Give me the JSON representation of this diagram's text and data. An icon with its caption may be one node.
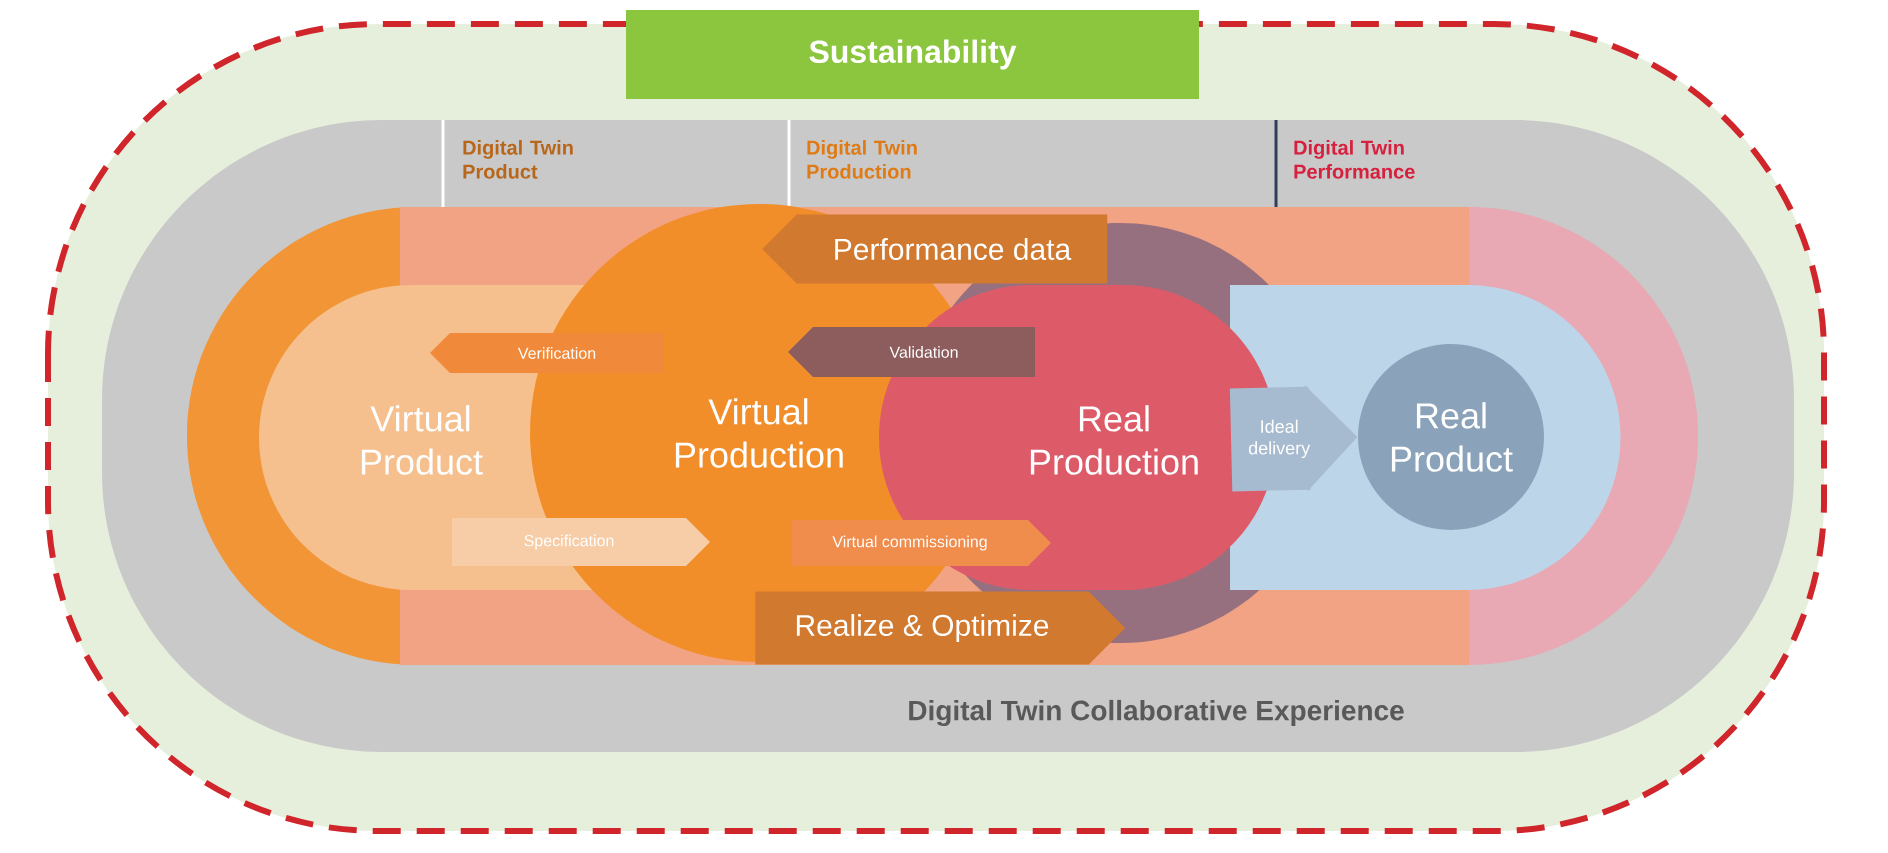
{
  "diagram": {
    "nodes": [
      {
        "text": [
          "Sustainability"
        ]
      },
      {
        "text": [
          "Digital Twin Collaborative Experience"
        ]
      },
      {
        "text": [
          "Virtual Product"
        ],
        "in": 1
      },
      {
        "text": [
          "Virtual Production"
        ],
        "in": 1
      },
      {
        "text": [
          "Real Production"
        ],
        "in": 1
      },
      {
        "text": [
          "Real Product"
        ],
        "in": 1
      },
      {
        "text": [
          "Performance data"
        ],
        "in": 1
      },
      {
        "text": [
          "Verification"
        ],
        "in": 1
      },
      {
        "text": [
          "Validation"
        ],
        "in": 1
      },
      {
        "text": [
          "Specification"
        ],
        "in": 1
      },
      {
        "text": [
          "Virtual commissioning"
        ],
        "in": 1
      },
      {
        "text": [
          "Realize & Optimize"
        ],
        "in": 1
      }
    ],
    "edges": [
      {
        "from": 4,
        "to": 5,
        "arrow": "to",
        "label": "Ideal delivery"
      }
    ],
    "labels": [
      "Digital Twin Product",
      "Digital Twin Production",
      "Digital Twin Performance"
    ]
  }
}
